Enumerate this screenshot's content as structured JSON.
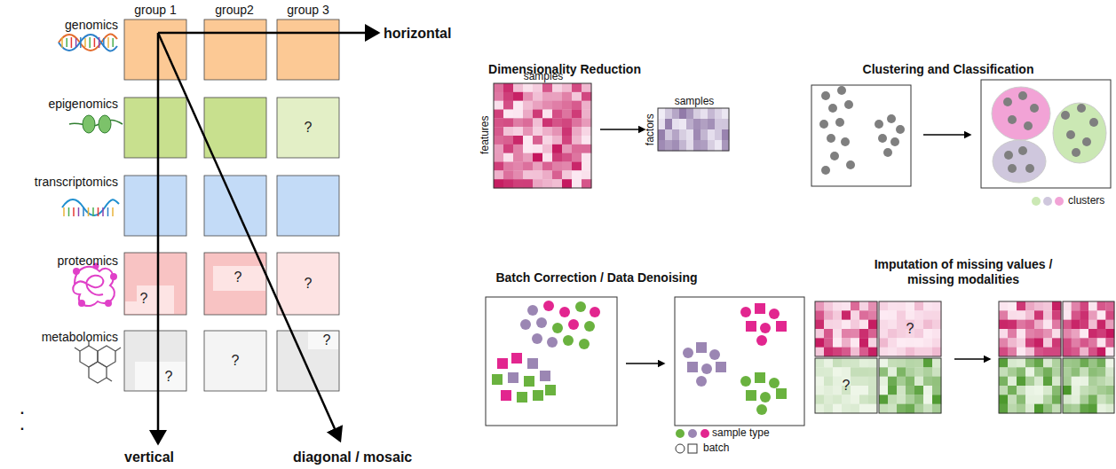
{
  "diagram": {
    "nodes": [
      {
        "text": [
          "?"
        ]
      },
      {
        "text": [
          "?"
        ]
      },
      {
        "text": [
          "?"
        ]
      },
      {
        "text": [
          "?"
        ]
      },
      {
        "text": [
          "?"
        ]
      },
      {
        "text": [
          "?"
        ]
      },
      {
        "text": [
          "?"
        ]
      },
      {
        "text": [
          "?"
        ]
      },
      {
        "text": [
          "?"
        ]
      }
    ],
    "labels": [
      "group 1",
      "group2",
      "group 3",
      "genomics",
      "epigenomics",
      "transcriptomics",
      "proteomics",
      "metabolomics",
      ".",
      ".",
      "horizontal",
      "vertical",
      "diagonal / mosaic",
      "Dimensionality Reduction",
      "samples",
      "features",
      "samples",
      "factors",
      "Clustering and Classification",
      "Batch Correction / Data Denoising",
      "Imputation of missing values / missing modalities"
    ],
    "legend": [
      {
        "text": "clusters"
      },
      {
        "text": "sample type"
      },
      {
        "text": "batch"
      }
    ]
  }
}
